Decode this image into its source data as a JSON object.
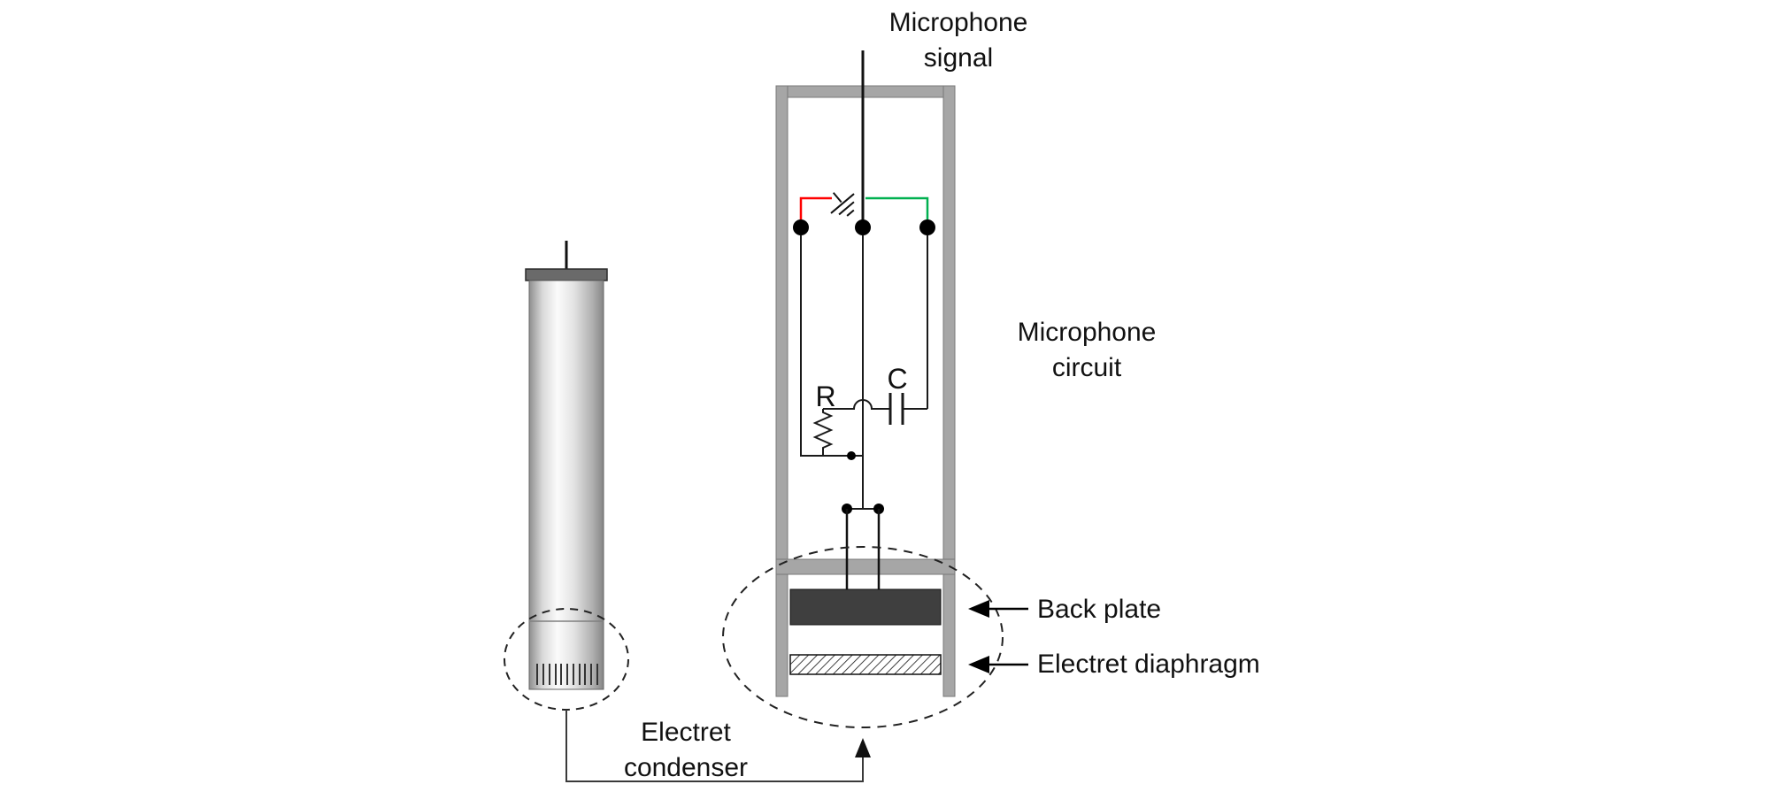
{
  "colors": {
    "wire_red": "#ff0000",
    "wire_green": "#00b050",
    "frame_gray": "#a6a6a6",
    "back_plate": "#3f3f3f"
  },
  "labels": {
    "microphone_signal": "Microphone\nsignal",
    "microphone_circuit": "Microphone\ncircuit",
    "resistor": "R",
    "capacitor": "C",
    "back_plate": "Back plate",
    "electret_diaphragm": "Electret diaphragm",
    "electret_condenser": "Electret\ncondenser"
  }
}
